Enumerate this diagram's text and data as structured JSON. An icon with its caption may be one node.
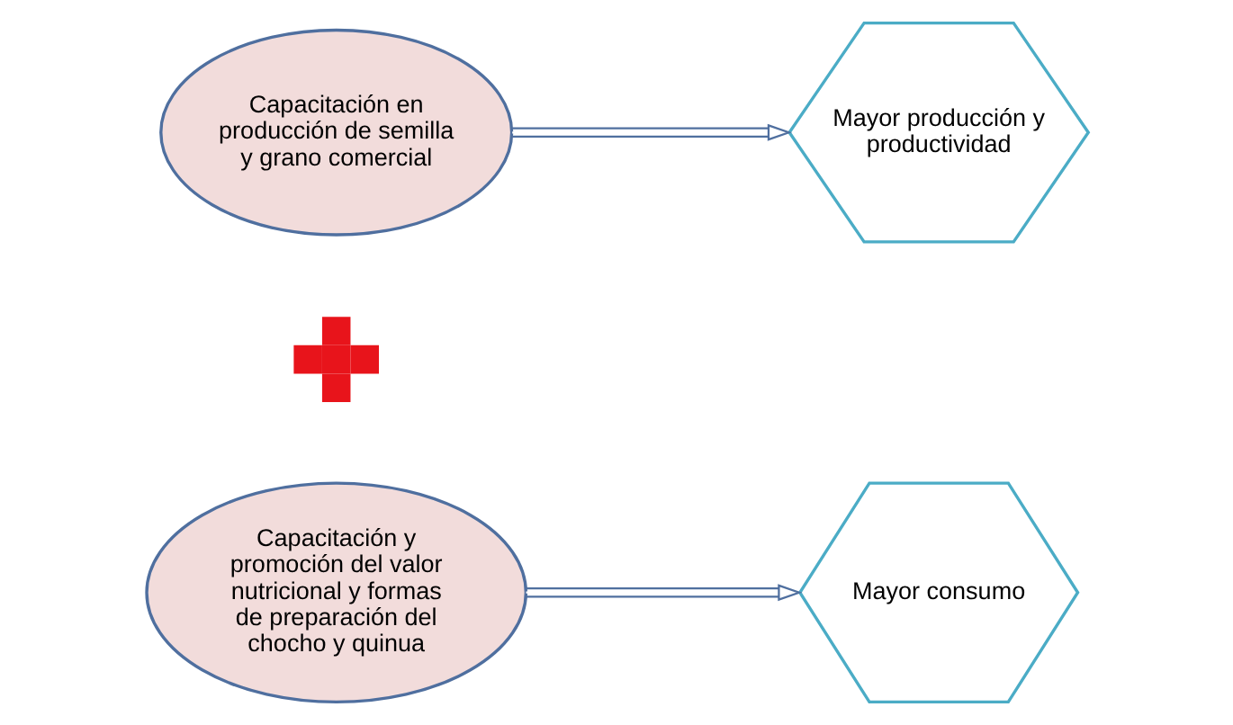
{
  "diagram": {
    "nodes": [
      {
        "text": [
          "Capacitación en producción de semilla y grano comercial"
        ]
      },
      {
        "text": [
          "Mayor producción y productividad"
        ]
      },
      {
        "text": [],
        "shape": "plus"
      },
      {
        "text": [
          "Capacitación y promoción del valor nutricional y formas de preparación del chocho y quinua"
        ]
      },
      {
        "text": [
          "Mayor consumo"
        ]
      }
    ],
    "edges": [
      {
        "from": 0,
        "to": 1,
        "arrow": "to"
      },
      {
        "from": 3,
        "to": 4,
        "arrow": "to"
      }
    ]
  }
}
